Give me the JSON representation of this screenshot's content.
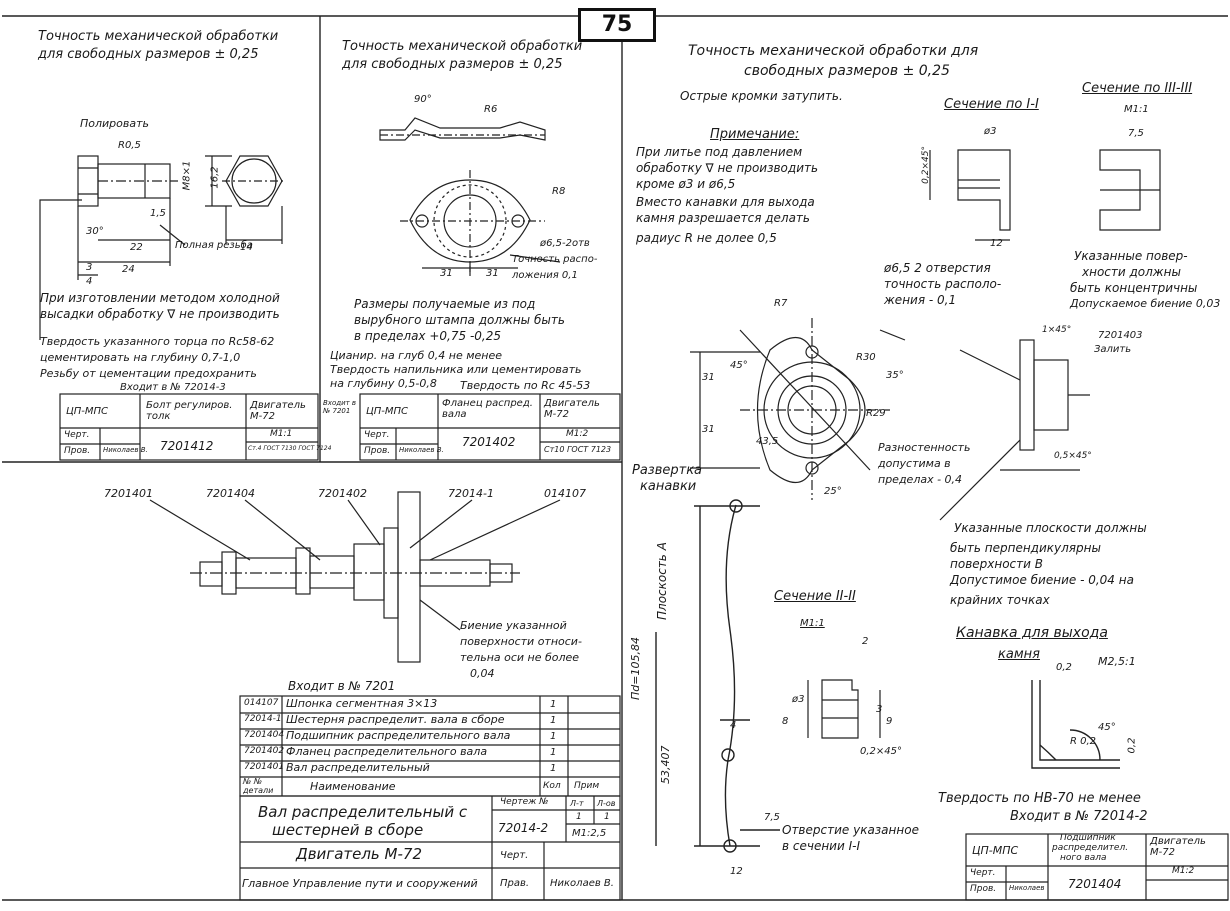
{
  "page_number": "75",
  "panel1": {
    "title_line1": "Точность механической обработки",
    "title_line2": "для свободных размеров ± 0,25",
    "polish": "Полировать",
    "full_thread": "Полная резьба",
    "note_line1": "При изготовлении методом холодной",
    "note_line2": "высадки обработку ∇ не производить",
    "hardness_line1": "Твердость указанного торца по Rc58-62",
    "hardness_line2": "цементировать на глубину 0,7-1,0",
    "hardness_line3": "Резьбу от цементации предохранить",
    "includes": "Входит в № 72014-3",
    "tb_org": "ЦП-МПС",
    "tb_part": "Болт регулиров. толк",
    "tb_engine": "Двигатель М-72",
    "tb_scale": "М1:1",
    "tb_draw": "Черт.",
    "tb_check": "Пров.",
    "tb_checker": "Николаев В.",
    "tb_number": "7201412",
    "tb_material": "Ст.4 ГОСТ 7130 ГОСТ 7124",
    "dims": {
      "r": "R0,5",
      "m": "М8×1",
      "d162": "16,2",
      "d14": "14",
      "d22": "22",
      "d24": "24",
      "d3": "3",
      "d4": "4",
      "d30": "30°",
      "d15": "1,5"
    }
  },
  "panel2": {
    "title_line1": "Точность механической обработки",
    "title_line2": "для свободных размеров ± 0,25",
    "angle": "90°",
    "r6": "R6",
    "r8": "R8",
    "holes": "ø6,5-2отв",
    "tol_line1": "Точность распо-",
    "tol_line2": "ложения 0,1",
    "d31a": "31",
    "d31b": "31",
    "note_line1": "Размеры получаемые из под",
    "note_line2": "вырубного штампа должны быть",
    "note_line3": "в пределах +0,75 -0,25",
    "cyan_line1": "Цианир. на глуб 0,4 не менее",
    "cyan_line2": "Твердость напильника или цементировать",
    "cyan_line3": "на глубину 0,5-0,8",
    "hardness": "Твердость по Rc 45-53",
    "includes": "Входит в № 7201",
    "tb_org": "ЦП-МПС",
    "tb_part": "Фланец распред. вала",
    "tb_engine": "Двигатель М-72",
    "tb_scale": "М1:2",
    "tb_draw": "Черт.",
    "tb_check": "Пров.",
    "tb_checker": "Николаев В.",
    "tb_number": "7201402",
    "tb_material": "Ст10 ГОСТ 7123"
  },
  "panel3": {
    "labels": [
      "7201401",
      "7201404",
      "7201402",
      "72014-1",
      "014107"
    ],
    "runout_line1": "Биение указанной",
    "runout_line2": "поверхности относи-",
    "runout_line3": "тельна оси не более",
    "runout_line4": "0,04",
    "includes": "Входит в № 7201",
    "bom": [
      {
        "num": "014107",
        "name": "Шпонка сегментная 3×13",
        "qty": "1"
      },
      {
        "num": "72014-1",
        "name": "Шестерня распределит. вала в сборе",
        "qty": "1"
      },
      {
        "num": "7201404",
        "name": "Подшипник распределительного вала",
        "qty": "1"
      },
      {
        "num": "7201402",
        "name": "Фланец распределительного вала",
        "qty": "1"
      },
      {
        "num": "7201401",
        "name": "Вал распределительный",
        "qty": "1"
      }
    ],
    "bom_head_num": "№ № детали",
    "bom_head_name": "Наименование",
    "bom_head_qty": "Кол",
    "bom_head_note": "Прим",
    "tb_title_line1": "Вал распределительный с",
    "tb_title_line2": "шестерней в сборе",
    "tb_engine": "Двигатель М-72",
    "tb_org": "Главное Управление пути и сооружений",
    "tb_drawing_no_label": "Чертеж №",
    "tb_drawing_no": "72014-2",
    "tb_l_t": "Л-т",
    "tb_l_ob": "Л-ов",
    "tb_sheet": "1",
    "tb_sheets": "1",
    "tb_scale": "М1:2,5",
    "tb_draw": "Черт.",
    "tb_check": "Прав.",
    "tb_checker": "Николаев В."
  },
  "panel4": {
    "title_line1": "Точность механической обработки для",
    "title_line2": "свободных размеров ± 0,25",
    "sharp_edges": "Острые кромки затупить.",
    "note_head": "Примечание:",
    "note_line1": "При литье под давлением",
    "note_line2": "обработку ∇ не производить",
    "note_line3": "кроме ø3 и ø6,5",
    "note_line4": "Вместо канавки для выхода",
    "note_line5": "камня разрешается делать",
    "note_line6": "радиус R не долее 0,5",
    "section1": "Сечение по I-I",
    "section3": "Сечение по III-III",
    "section3_scale": "М1:1",
    "d_phi3": "ø3",
    "d_chamfer": "0,2×45°",
    "d12": "12",
    "d75": "7,5",
    "holes_line1": "ø6,5 2 отверстия",
    "holes_line2": "точность располо-",
    "holes_line3": "жения - 0,1",
    "r7": "R7",
    "r30": "R30",
    "r29": "R29",
    "a45": "45°",
    "a35": "35°",
    "a25": "25°",
    "d31a": "31",
    "d31b": "31",
    "d435": "43,5",
    "thick_line1": "Разностенность",
    "thick_line2": "допустима в",
    "thick_line3": "пределах - 0,4",
    "conc_line1": "Указанные повер-",
    "conc_line2": "хности должны",
    "conc_line3": "быть концентричны",
    "conc_line4": "Допускаемое биение 0,03",
    "part_ref": "7201403",
    "fill": "Залить",
    "chamfer2": "1×45°",
    "chamfer3": "0,5×45°",
    "perp_line1": "Указанные плоскости должны",
    "perp_line2": "быть перпендикулярны",
    "perp_line3": "поверхности В",
    "perp_line4": "Допустимое биение - 0,04 на",
    "perp_line5": "крайних точках",
    "groove_title": "Канавка для выхода",
    "groove_title2": "камня",
    "groove_scale": "М2,5:1",
    "groove_r": "R 0,2",
    "groove_02a": "0,2",
    "groove_02b": "0,2",
    "groove_45": "45°",
    "dev_title1": "Развертка",
    "dev_title2": "канавки",
    "plane_a": "Плоскость А",
    "pi_d": "Пd=105,84",
    "d53": "53,407",
    "d4": "4",
    "d75b": "7,5",
    "d12b": "12",
    "section2": "Сечение II-II",
    "section2_scale": "М1:1",
    "s2_d2": "2",
    "s2_d3": "ø3",
    "s2_d8": "8",
    "s2_d9": "9",
    "s2_d3b": "3",
    "s2_chamfer": "0,2×45°",
    "hole_line1": "Отверстие указанное",
    "hole_line2": "в сечении I-I",
    "hardness": "Твердость по НВ-70 не менее",
    "includes": "Входит в № 72014-2",
    "tb_org": "ЦП-МПС",
    "tb_part_line1": "Подшипник",
    "tb_part_line2": "распределител.",
    "tb_part_line3": "ного вала",
    "tb_engine": "Двигатель М-72",
    "tb_scale": "М1:2",
    "tb_draw": "Черт.",
    "tb_check": "Пров.",
    "tb_checker": "Николаев",
    "tb_number": "7201404"
  }
}
